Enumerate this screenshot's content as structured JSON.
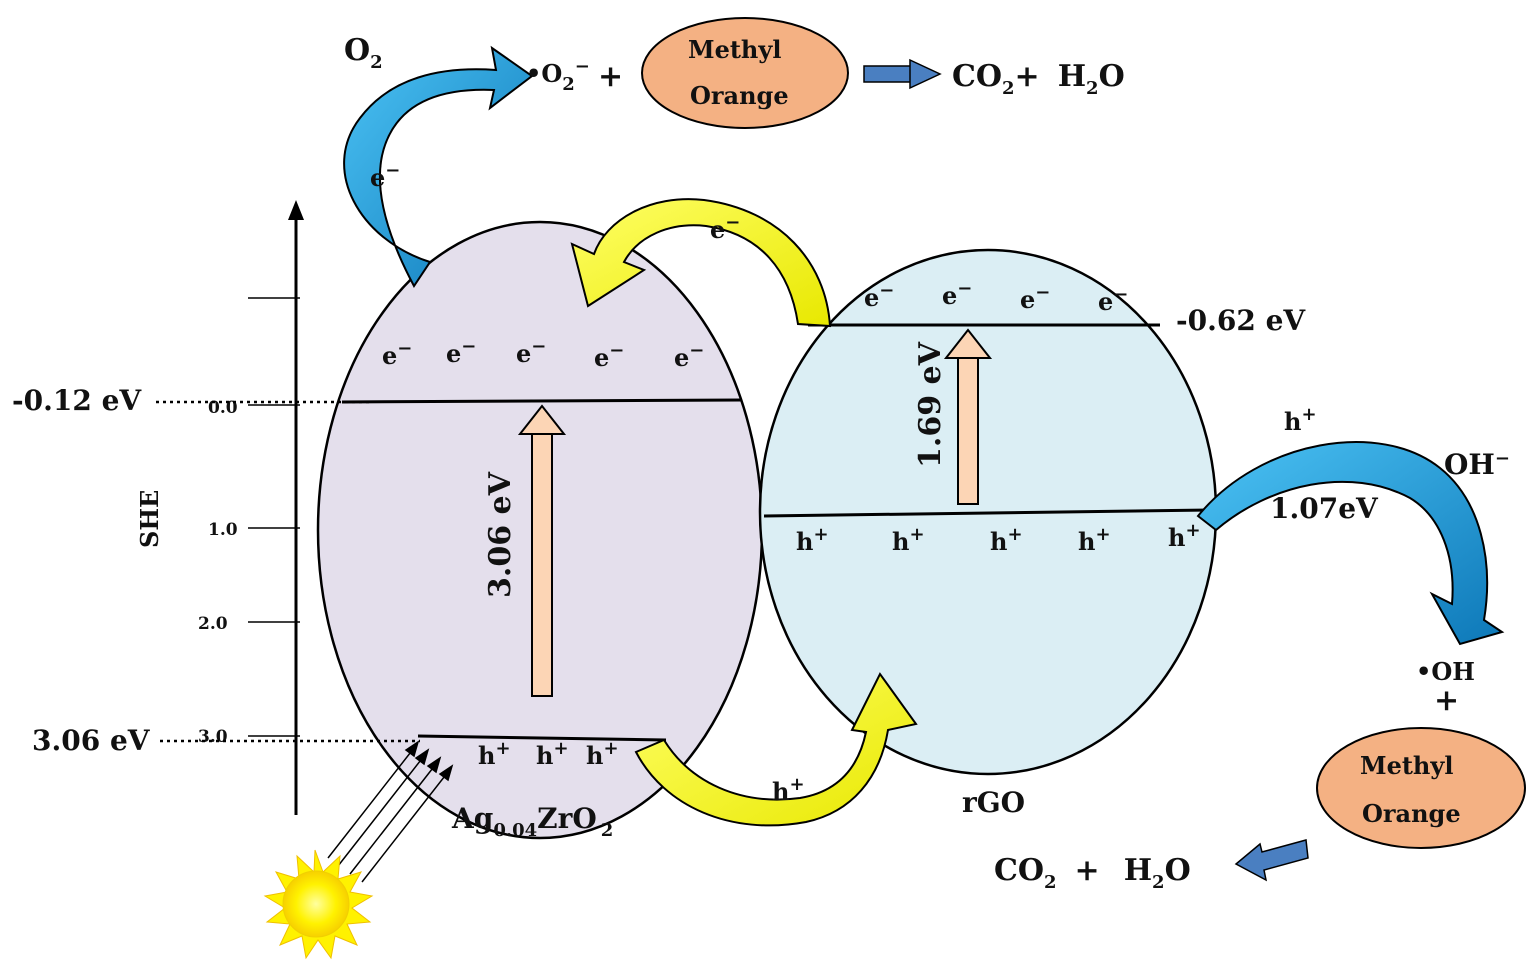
{
  "axis": {
    "label": "SHE",
    "ticks": [
      "0.0",
      "1.0",
      "2.0",
      "3.0"
    ]
  },
  "levels": {
    "cb_left": "-0.12 eV",
    "vb_left": "3.06 eV",
    "cb_right": "-0.62 eV",
    "vb_right": "1.07eV"
  },
  "semiconductors": {
    "left": {
      "name": "Ag",
      "name_sub": "0.04",
      "name_rest": "ZrO",
      "name_sub2": "2",
      "gap": "3.06 eV"
    },
    "right": {
      "name": "rGO",
      "gap": "1.69 eV"
    }
  },
  "carriers": {
    "electron": "e",
    "electron_sup": "−",
    "hole": "h",
    "hole_sup": "+"
  },
  "reaction_top": {
    "reactant": "O",
    "reactant_sub": "2",
    "radical_dot": "•",
    "radical": "O",
    "radical_sub": "2",
    "radical_sup": "−",
    "plus": "+",
    "dye_line1": "Methyl",
    "dye_line2": "Orange",
    "product1": "CO",
    "product1_sub": "2",
    "plus2": "+",
    "product2": "H",
    "product2_sub": "2",
    "product2_rest": "O"
  },
  "reaction_bottom": {
    "reactant": "OH",
    "reactant_sup": "−",
    "radical_dot": "•",
    "radical": "OH",
    "plus": "+",
    "dye_line1": "Methyl",
    "dye_line2": "Orange",
    "product1": "CO",
    "product1_sub": "2",
    "plus2": "+",
    "product2": "H",
    "product2_sub": "2",
    "product2_rest": "O"
  },
  "colors": {
    "left_ellipse": "#e4dfec",
    "right_ellipse": "#dbeef4",
    "dye": "#f4b183",
    "blue_arrow": "#1ba1e2",
    "yellow_arrow": "#ffff33",
    "gap_arrow": "#fcd5b5",
    "product_arrow": "#4a7fc1"
  }
}
